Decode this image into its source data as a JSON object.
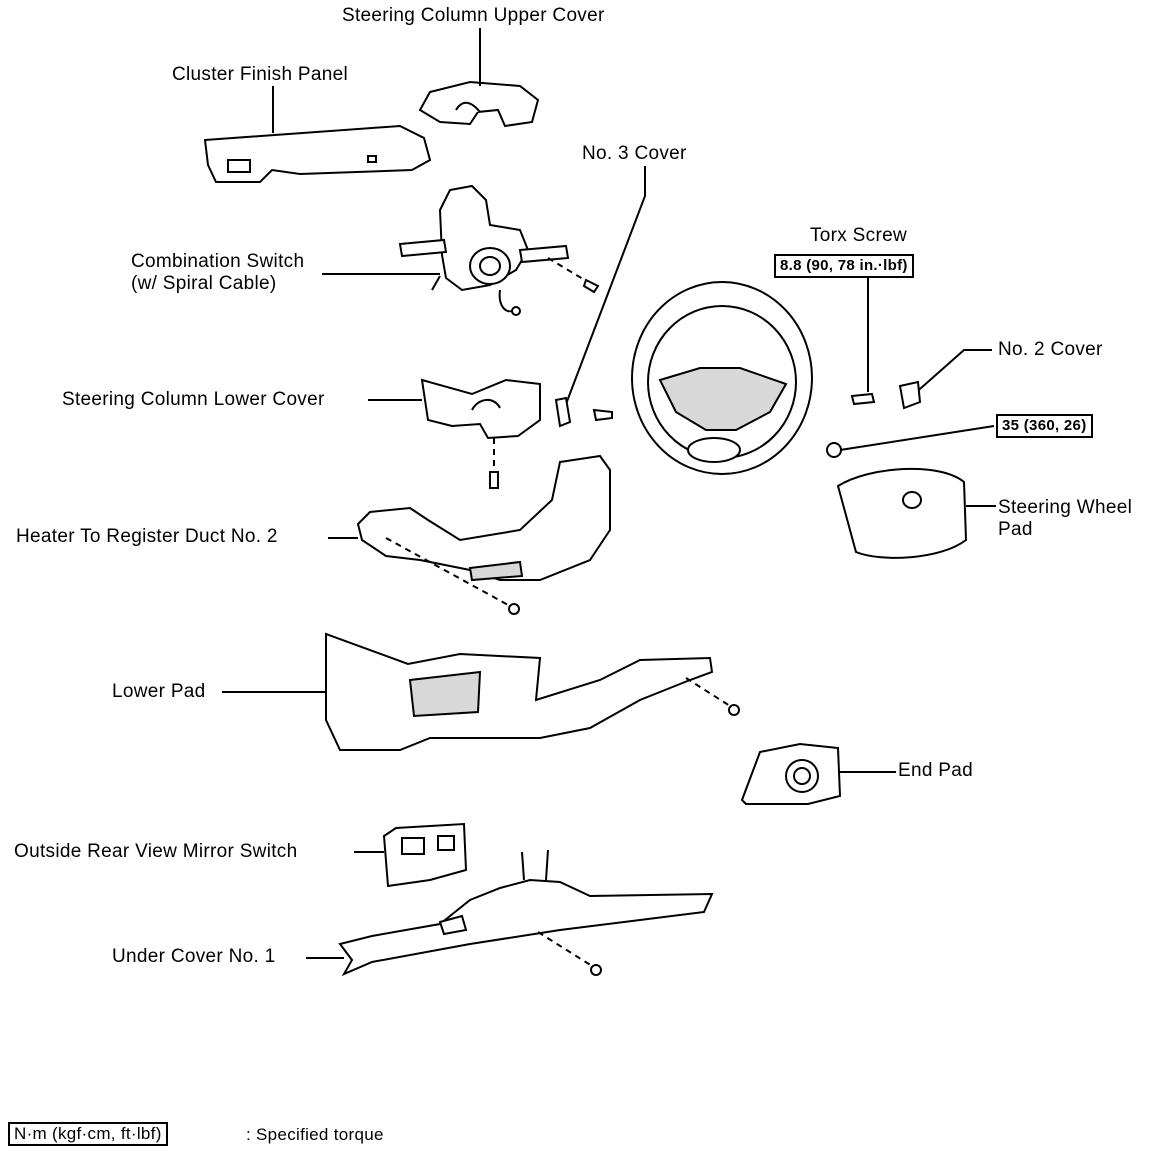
{
  "labels": {
    "upper_cover": "Steering Column Upper Cover",
    "cluster_panel": "Cluster Finish Panel",
    "no3_cover": "No. 3 Cover",
    "combination_switch_1": "Combination Switch",
    "combination_switch_2": "(w/ Spiral Cable)",
    "torx_screw": "Torx Screw",
    "torx_torque": "8.8 (90, 78 in.·lbf)",
    "no2_cover": "No. 2 Cover",
    "lower_cover": "Steering Column Lower Cover",
    "nut_torque": "35 (360, 26)",
    "wheel_pad_1": "Steering Wheel",
    "wheel_pad_2": "Pad",
    "heater_duct": "Heater To Register Duct No. 2",
    "lower_pad": "Lower Pad",
    "end_pad": "End Pad",
    "mirror_switch": "Outside Rear View Mirror Switch",
    "under_cover": "Under Cover No. 1"
  },
  "legend": {
    "units": "N·m (kgf·cm, ft·lbf)",
    "meaning": ":  Specified torque"
  }
}
